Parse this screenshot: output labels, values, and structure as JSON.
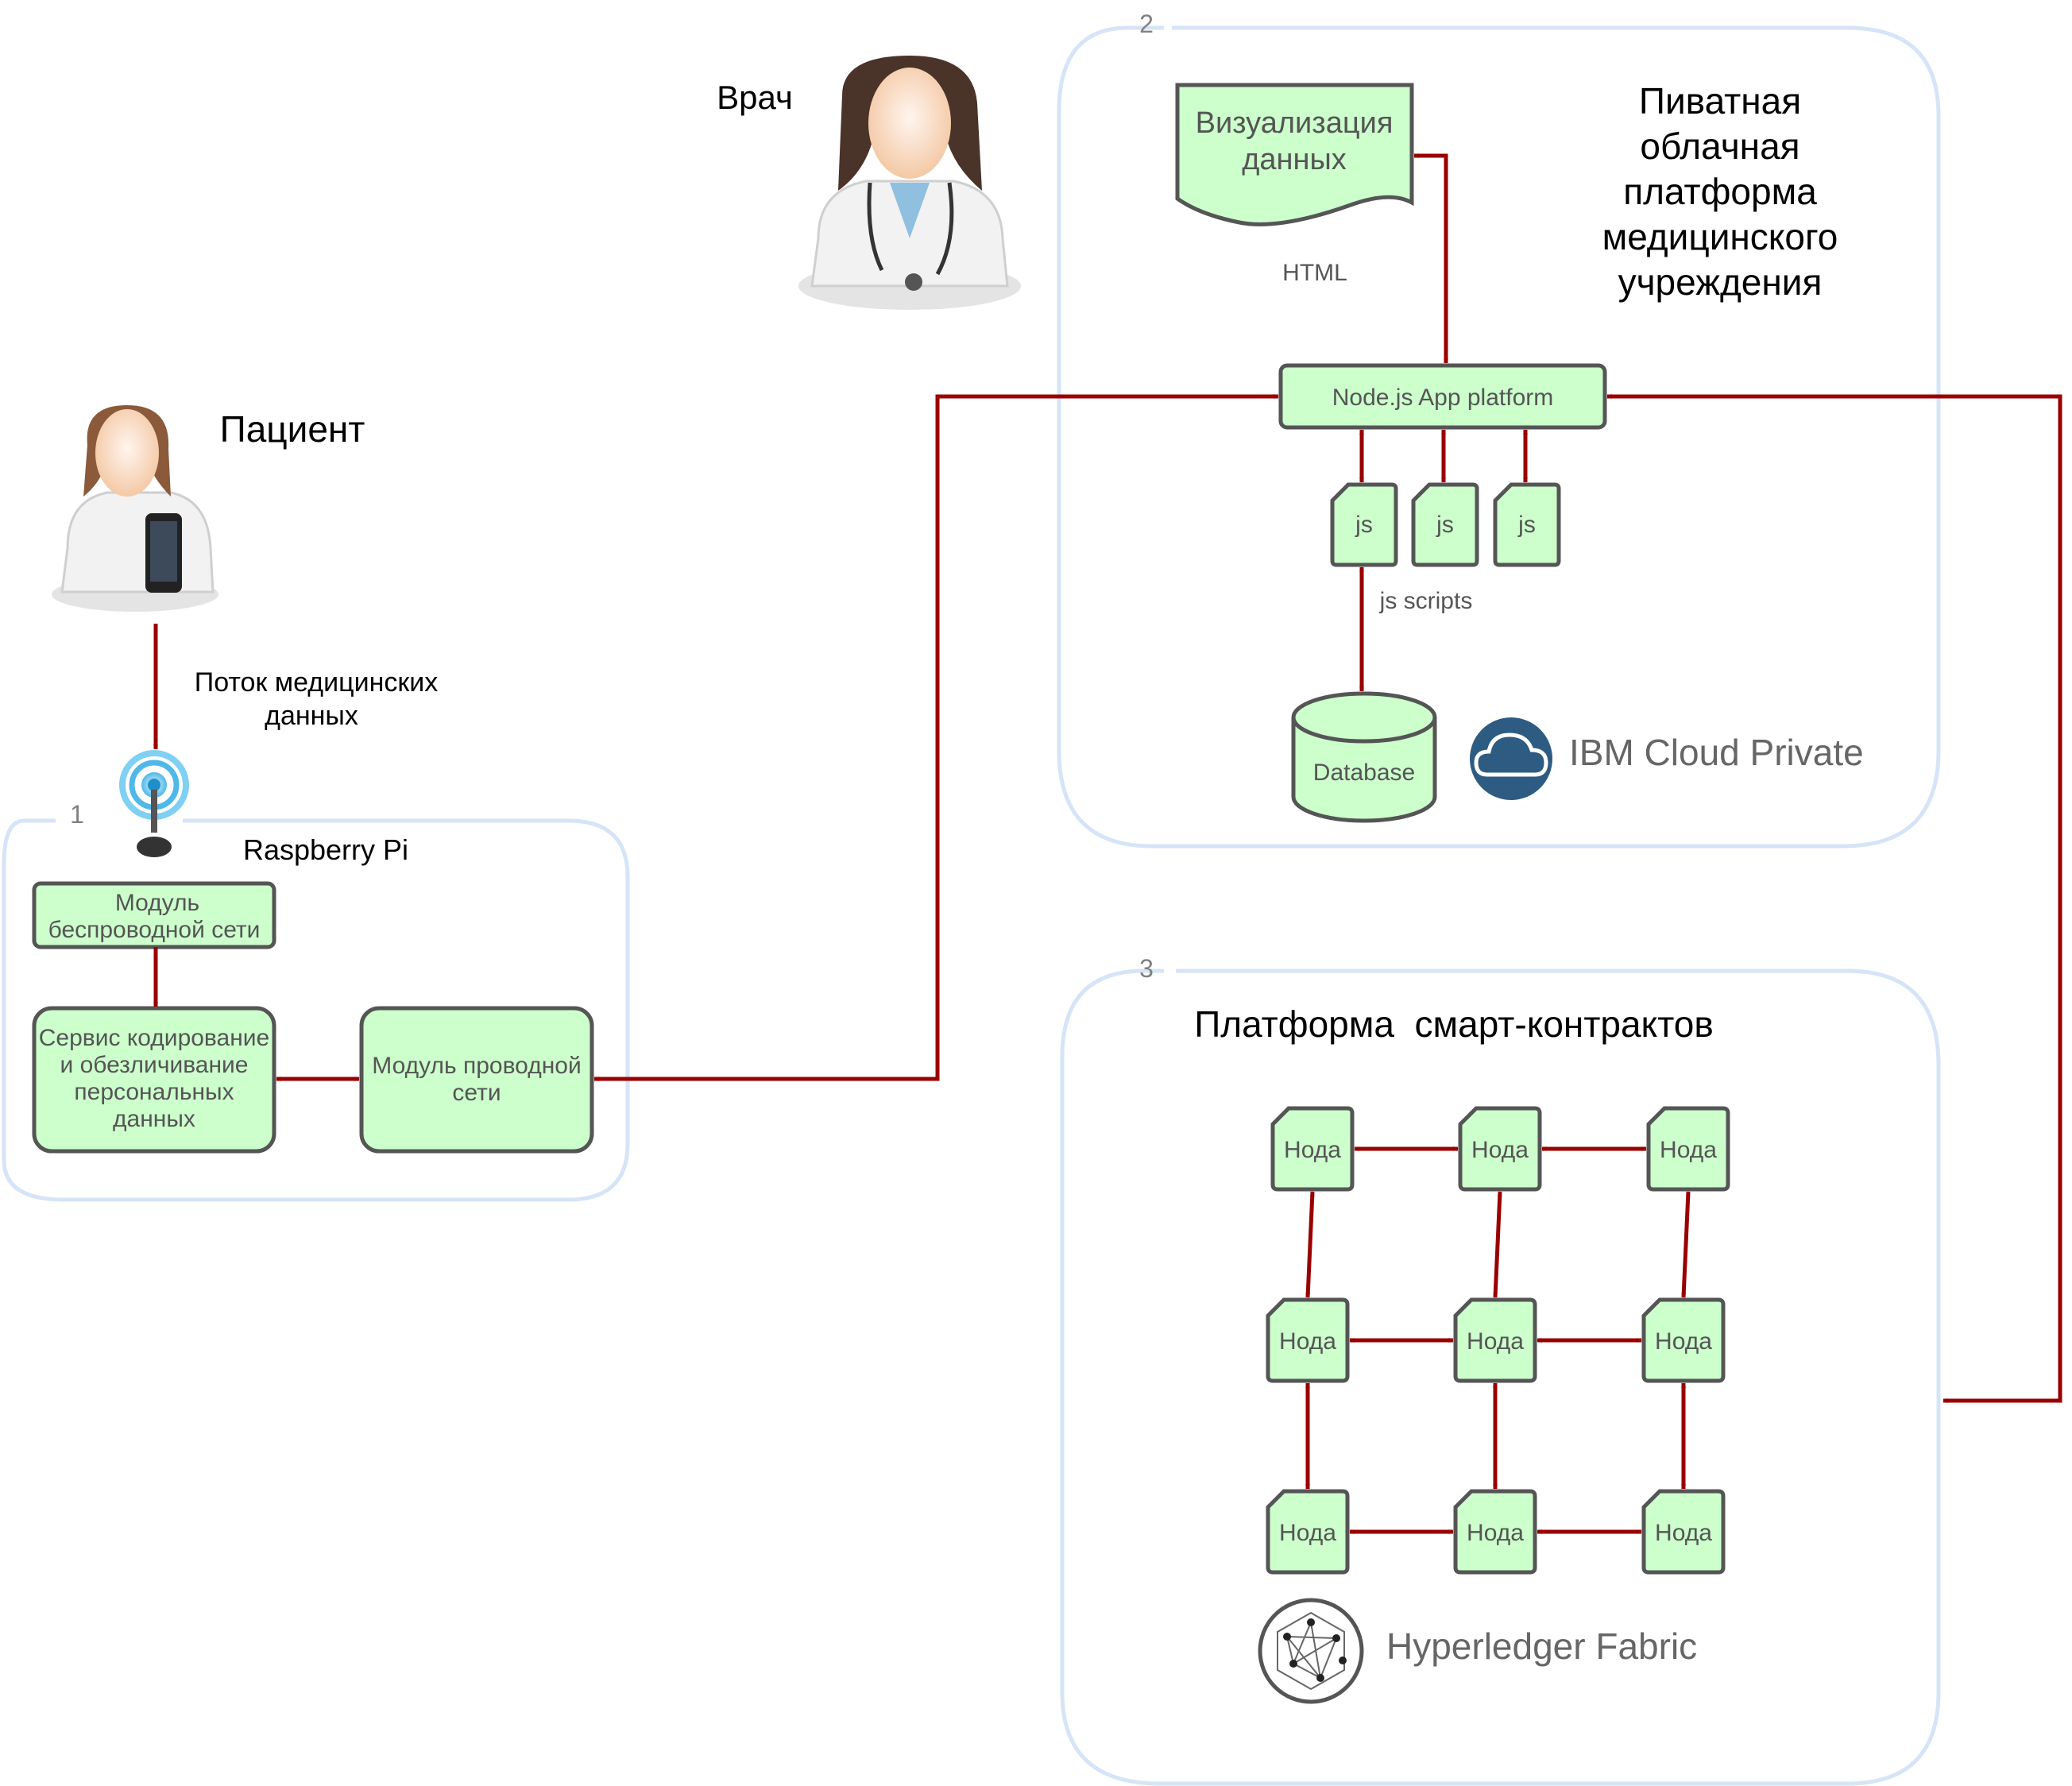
{
  "actors": {
    "doctor": "Врач",
    "patient": "Пациент"
  },
  "regions": {
    "r1": {
      "number": "1",
      "title": "Raspberry Pi"
    },
    "r2": {
      "number": "2",
      "title_lines": [
        "Пиватная",
        "облачная",
        "платформа",
        "медицинского",
        "учреждения"
      ]
    },
    "r3": {
      "number": "3",
      "title": "Платформа  смарт-контрактов"
    }
  },
  "flow_label_lines": [
    "Поток медицинских",
    "данных"
  ],
  "pi_blocks": {
    "wireless": [
      "Модуль",
      "беспроводной сети"
    ],
    "encoding": [
      "Сервис кодирование",
      "и обезличивание",
      "персональных",
      "данных"
    ],
    "wired": [
      "Модуль проводной",
      "сети"
    ]
  },
  "cloud": {
    "visualization": [
      "Визуализация",
      "данных"
    ],
    "html_label": "HTML",
    "app_platform": "Node.js App platform",
    "js_files": [
      "js",
      "js",
      "js"
    ],
    "js_scripts_label": "js scripts",
    "database": "Database",
    "brand": "IBM Cloud Private"
  },
  "blockchain": {
    "node_label": "Нода",
    "node_rows": 3,
    "node_cols": 3,
    "brand": "Hyperledger Fabric"
  },
  "colors": {
    "box_fill": "#ccffcc",
    "box_border": "#555555",
    "connector": "#990000",
    "region_border": "#d6e4f7",
    "ibm_badge": "#2d5b82"
  },
  "icons": {
    "doctor": "doctor-avatar-icon",
    "patient": "patient-avatar-icon",
    "antenna": "wireless-antenna-icon",
    "cloud": "cloud-icon",
    "hyperledger": "hyperledger-logo-icon"
  }
}
